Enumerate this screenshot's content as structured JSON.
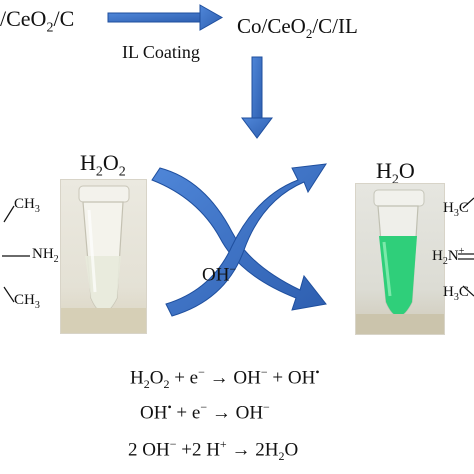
{
  "top": {
    "left_label_pre": "/CeO",
    "left_label_sub": "2",
    "left_label_post": "/C",
    "process_label": "IL Coating",
    "right_label_pre": "Co/CeO",
    "right_label_sub": "2",
    "right_label_post": "/C/IL"
  },
  "reactant": {
    "pre": "H",
    "sub": "2",
    "mid": "O",
    "sub2": "2"
  },
  "product": {
    "pre": "H",
    "sub": "2",
    "post": "O"
  },
  "catalyst_label": {
    "text": "OH",
    "sup": "−"
  },
  "left_molecule": {
    "top": "CH",
    "top_sub": "3",
    "mid": "NH",
    "mid_sub": "2",
    "bottom": "CH",
    "bottom_sub": "3"
  },
  "right_molecule": {
    "top": "H",
    "top_sub": "3",
    "top_post": "C",
    "mid": "H",
    "mid_sub": "2",
    "mid_post": "N",
    "mid_sup": "+",
    "bottom": "H",
    "bottom_sub": "3",
    "bottom_post": "C"
  },
  "equations": {
    "eq1": {
      "a": "H",
      "a_sub": "2",
      "b": "O",
      "b_sub": "2",
      "c": " + e",
      "c_sup": "−",
      "arrow": " → ",
      "d": "OH",
      "d_sup": "−",
      "e": "  + OH",
      "e_sup": "•"
    },
    "eq2": {
      "a": "OH",
      "a_sup": "•",
      "b": " + e",
      "b_sup": "−",
      "arrow": " → ",
      "c": "OH",
      "c_sup": "−"
    },
    "eq3": {
      "a": "2 OH",
      "a_sup": "−",
      "b": " +2 H",
      "b_sup": "+",
      "arrow": " → ",
      "c": "2H",
      "c_sub": "2",
      "d": "O"
    }
  },
  "colors": {
    "arrow_blue": "#3a6fc4",
    "arrow_blue_dark": "#1f4f9e",
    "solution_green": "#2fcf7a",
    "tube_bg": "#e9e6dc"
  }
}
